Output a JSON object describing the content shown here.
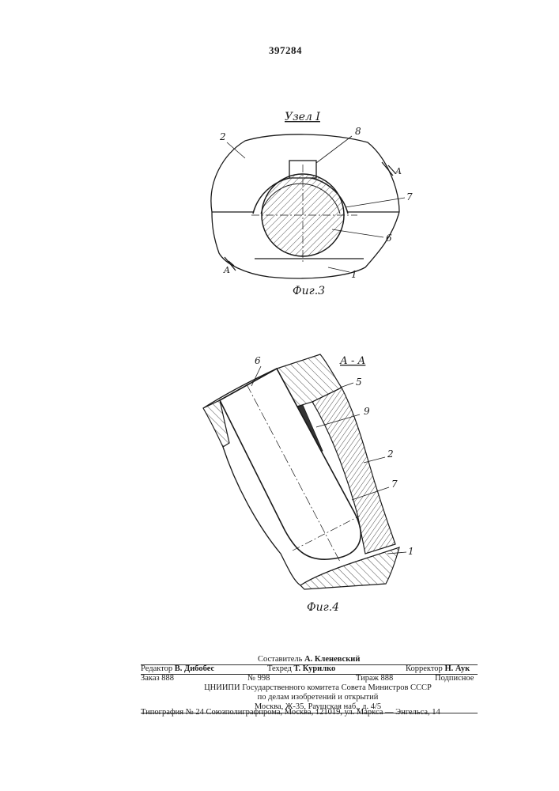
{
  "document": {
    "patent_number": "397284",
    "figure3": {
      "title": "Узел I",
      "caption": "Фиг.3",
      "labels": {
        "l1": "1",
        "l2": "2",
        "l6": "6",
        "l7": "7",
        "l8": "8",
        "a_top": "A",
        "a_bottom": "A"
      }
    },
    "figure4": {
      "section_title": "А - А",
      "caption": "Фиг.4",
      "labels": {
        "l1": "1",
        "l2": "2",
        "l5": "5",
        "l6": "6",
        "l7": "7",
        "l9": "9"
      }
    },
    "footer": {
      "editor_label": "Редактор",
      "editor_name": "В. Дибобес",
      "compiler_label": "Составитель",
      "compiler_name": "А. Кленевский",
      "techred_label": "Техред",
      "techred_name": "Т. Курилко",
      "corrector_label": "Корректор",
      "corrector_name": "Н. Аук",
      "order": "Заказ 888",
      "issue_no": "№ 998",
      "circulation": "Тираж 888",
      "subscription": "Подписное",
      "org_line1": "ЦНИИПИ Государственного комитета Совета Министров СССР",
      "org_line2": "по делам изобретений и открытий",
      "org_line3": "Москва, Ж-35, Раушская наб., д. 4/5",
      "printer": "Типография № 24 Союзполиграфпрома, Москва, 121019, ул. Маркса — Энгельса, 14"
    }
  }
}
